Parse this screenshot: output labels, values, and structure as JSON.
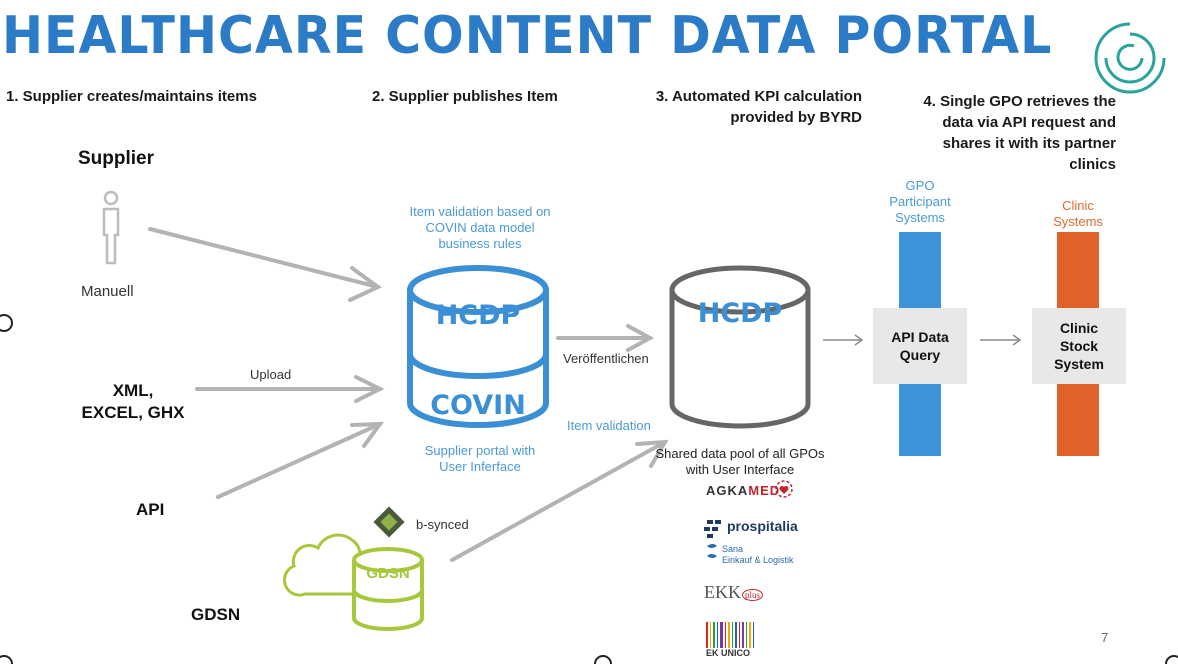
{
  "title": "HEALTHCARE CONTENT DATA PORTAL",
  "steps": {
    "step1": "1. Supplier creates/maintains items",
    "step2": "2. Supplier publishes Item",
    "step3_line1": "3. Automated KPI calculation",
    "step3_line2": "provided by BYRD",
    "step4_line1": "4. Single GPO retrieves the",
    "step4_line2": "data via API request and",
    "step4_line3": "shares it with its partner",
    "step4_line4": "clinics"
  },
  "sources": {
    "supplier": "Supplier",
    "manuell": "Manuell",
    "xml": "XML,",
    "excel": "EXCEL, GHX",
    "api": "API",
    "gdsn": "GDSN",
    "upload": "Upload",
    "bsynced": "b-synced",
    "gdsn_cloud": "GDSN"
  },
  "hcdp_covin": {
    "top_note_1": "Item validation based on",
    "top_note_2": "COVIN data model",
    "top_note_3": "business rules",
    "label_top": "HCDP",
    "label_bottom": "COVIN",
    "bottom_note_1": "Supplier portal with",
    "bottom_note_2": "User Inferface"
  },
  "publish": {
    "veroeffentlichen": "Veröffentlichen",
    "item_validation": "Item validation"
  },
  "hcdp_pool": {
    "label": "HCDP",
    "note_1": "Shared data pool of all GPOs",
    "note_2": "with User Interface"
  },
  "gpos": {
    "agkamed_a": "AGKA",
    "agkamed_b": "MED",
    "prospitalia": "prospitalia",
    "sana_1": "Sana",
    "sana_2": "Einkauf & Logistik",
    "ekk": "EKK",
    "ekk_plus": "plus",
    "ekunico": "EK UNICO"
  },
  "gpo_systems": {
    "note_1": "GPO",
    "note_2": "Participant",
    "note_3": "Systems",
    "box_1": "API Data",
    "box_2": "Query"
  },
  "clinic_systems": {
    "note_1": "Clinic",
    "note_2": "Systems",
    "box_1": "Clinic",
    "box_2": "Stock",
    "box_3": "System"
  },
  "page_number": "7",
  "colors": {
    "title_blue": "#2b7bc6",
    "covin_blue": "#3b8fd4",
    "gpo_bar": "#3d93d8",
    "clinic_bar": "#e0622a",
    "gdsn_green": "#a8c83c",
    "arrow_gray": "#b3b3b3",
    "pool_gray": "#666666",
    "logo_teal": "#2aa39a"
  }
}
